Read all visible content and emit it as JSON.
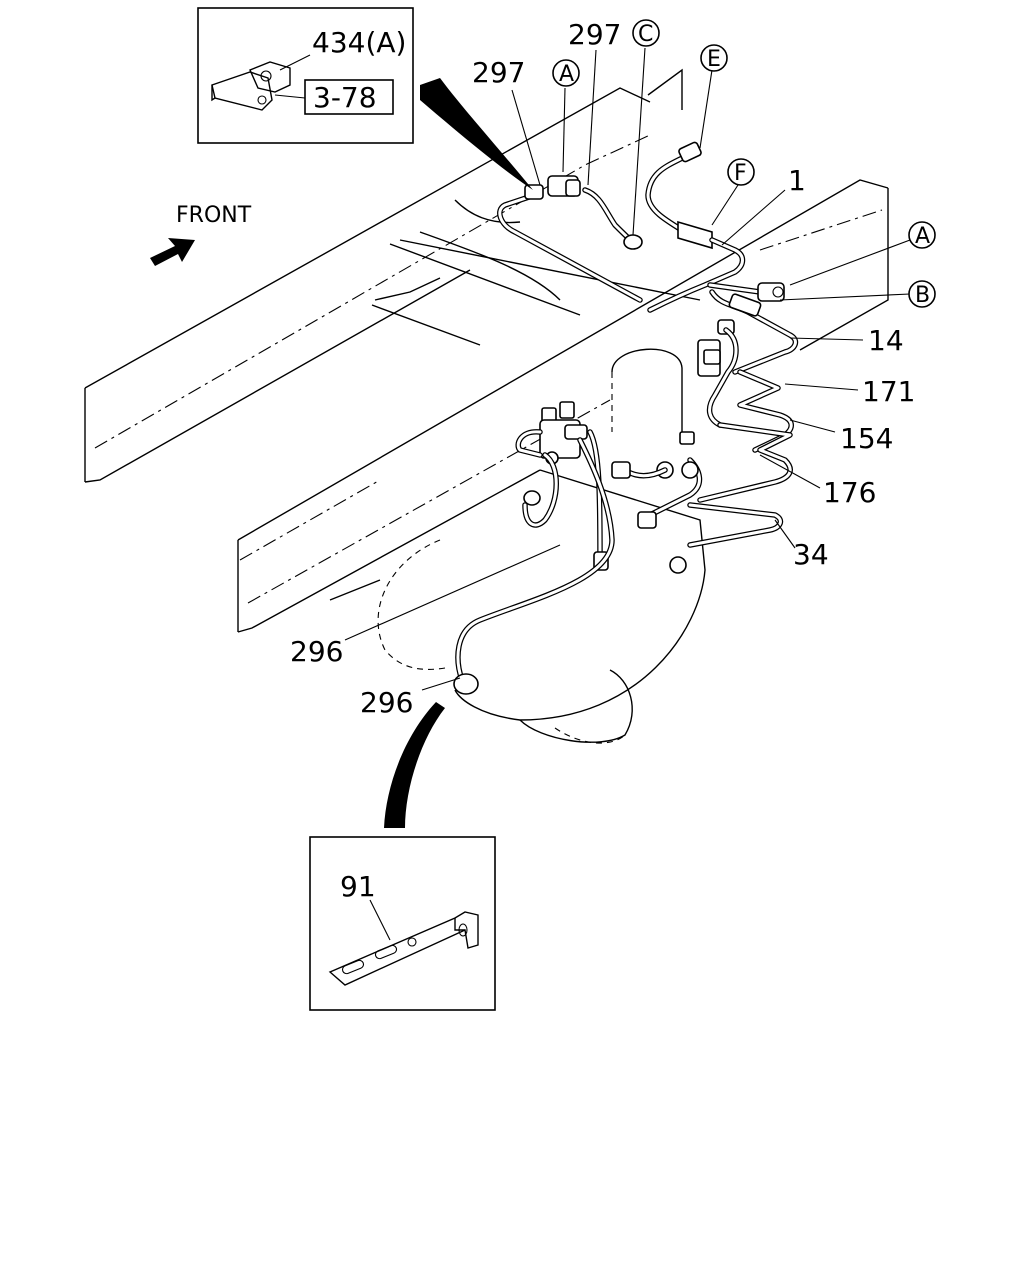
{
  "direction_label": "FRONT",
  "callouts": {
    "clamp_434a": "434(A)",
    "ref_3_78": "3-78",
    "pipe_297_left": "297",
    "pipe_297_right": "297",
    "item_1": "1",
    "item_14": "14",
    "item_171": "171",
    "item_154": "154",
    "item_176": "176",
    "item_34": "34",
    "item_296_upper": "296",
    "item_296_lower": "296",
    "item_91": "91"
  },
  "connection_markers": {
    "a_top": "A",
    "c_top": "C",
    "e_top": "E",
    "f_mid": "F",
    "a_right": "A",
    "b_right": "B"
  }
}
